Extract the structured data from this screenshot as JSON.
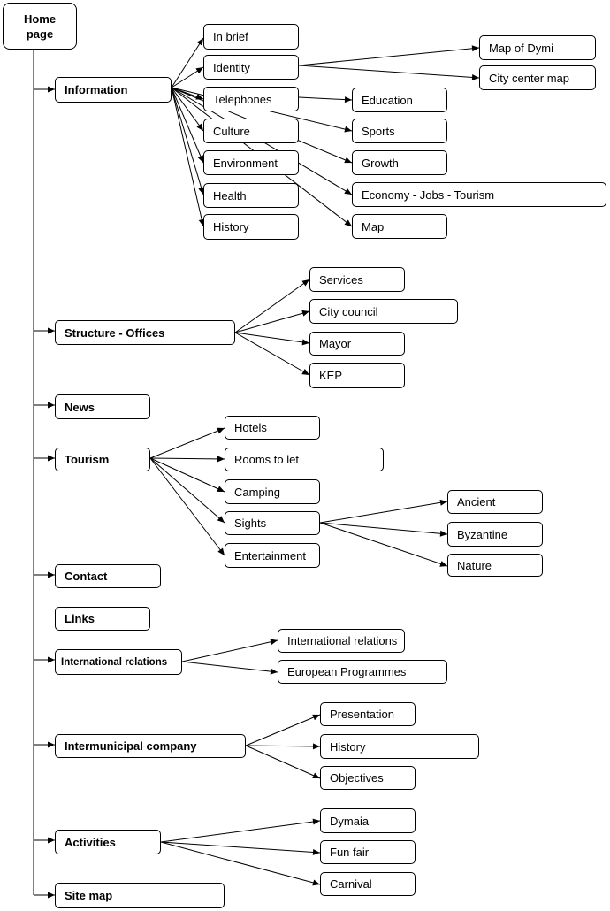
{
  "home": {
    "label": "Home\npage"
  },
  "sections": [
    {
      "id": "information",
      "label": "Information",
      "children": [
        "In brief",
        "Identity",
        "Telephones",
        "Culture",
        "Environment",
        "Health",
        "History"
      ]
    },
    {
      "id": "structure",
      "label": "Structure - Offices",
      "children": [
        "Services",
        "City council",
        "Mayor",
        "KEP"
      ]
    },
    {
      "id": "news",
      "label": "News",
      "children": []
    },
    {
      "id": "tourism",
      "label": "Tourism",
      "children": [
        "Hotels",
        "Rooms to let",
        "Camping",
        "Sights",
        "Entertainment"
      ]
    },
    {
      "id": "contact",
      "label": "Contact",
      "children": []
    },
    {
      "id": "links",
      "label": "Links",
      "children": []
    },
    {
      "id": "international",
      "label": "International relations",
      "children": [
        "International relations",
        "European Programmes"
      ]
    },
    {
      "id": "intermunicipal",
      "label": "Intermunicipal company",
      "children": [
        "Presentation",
        "History",
        "Objectives"
      ]
    },
    {
      "id": "activities",
      "label": "Activities",
      "children": [
        "Dymaia",
        "Fun fair",
        "Carnival"
      ]
    },
    {
      "id": "sitemap",
      "label": "Site map",
      "children": []
    }
  ],
  "subpages": {
    "identity": [
      "Map of Dymi",
      "City center map"
    ],
    "information_extra": [
      "Education",
      "Sports",
      "Growth",
      "Economy - Jobs - Tourism",
      "Map"
    ],
    "sights": [
      "Ancient",
      "Byzantine",
      "Nature"
    ]
  }
}
